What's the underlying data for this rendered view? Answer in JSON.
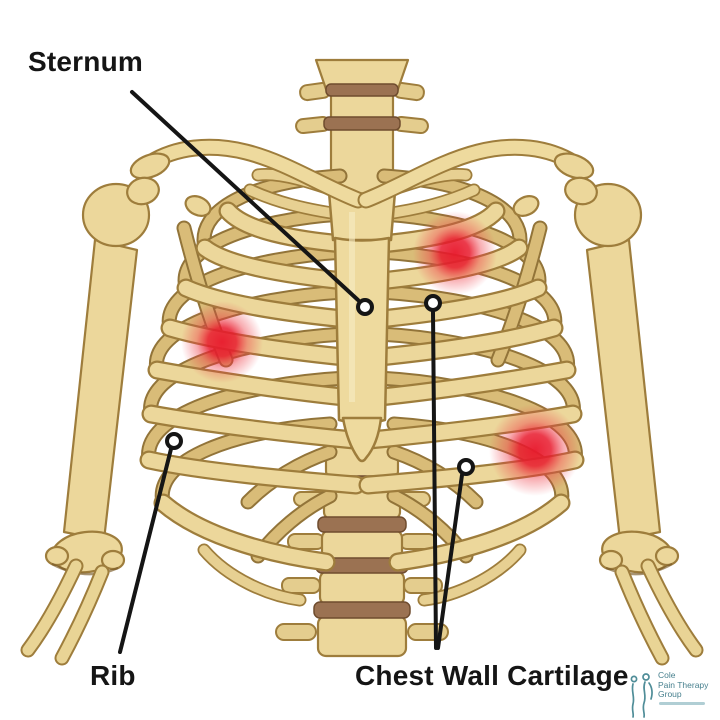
{
  "diagram": {
    "labels": {
      "sternum": "Sternum",
      "rib": "Rib",
      "chest_wall_cartilage": "Chest Wall Cartilage"
    },
    "pain_spots": [
      {
        "id": "left-mid-ribs",
        "description": "red pain highlight on left mid rib cage"
      },
      {
        "id": "right-upper-cartilage",
        "description": "red pain highlight near right upper costal cartilage"
      },
      {
        "id": "right-lower-cartilage",
        "description": "red pain highlight on right lower costal margin"
      }
    ],
    "colors": {
      "bone": "#ecd79b",
      "bone_outline": "#9e7d3c",
      "disc_brown": "#9b7252",
      "pain_red": "#e8192c",
      "label_text": "#151515",
      "logo_teal": "#47808e"
    }
  },
  "logo": {
    "line1": "Cole",
    "line2": "Pain Therapy",
    "line3": "Group"
  }
}
